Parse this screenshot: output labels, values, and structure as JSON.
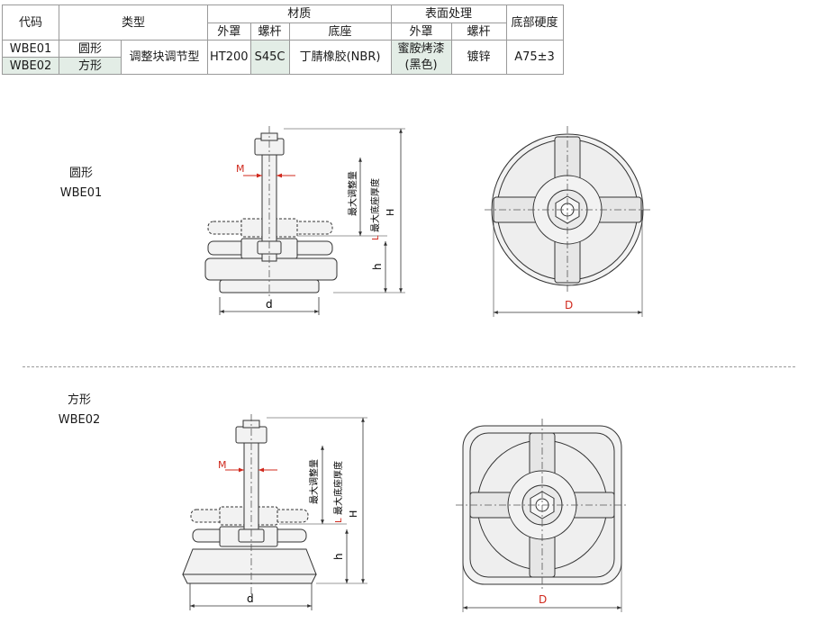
{
  "table": {
    "h_code": "代码",
    "h_type": "类型",
    "h_material": "材质",
    "h_surface": "表面处理",
    "h_hardness": "底部硬度",
    "sub_cover": "外罩",
    "sub_rod": "螺杆",
    "sub_base": "底座",
    "sub_cover2": "外罩",
    "sub_rod2": "螺杆",
    "code1": "WBE01",
    "code2": "WBE02",
    "shape1": "圆形",
    "shape2": "方形",
    "type_val": "调整块调节型",
    "cover_mat": "HT200",
    "rod_mat": "S45C",
    "base_mat": "丁腈橡胶(NBR)",
    "cover_surface_1": "蜜胺烤漆",
    "cover_surface_2": "(黑色)",
    "rod_surface": "镀锌",
    "hardness": "A75±3"
  },
  "drawings": {
    "round": {
      "shape": "圆形",
      "code": "WBE01"
    },
    "square": {
      "shape": "方形",
      "code": "WBE02"
    },
    "dim_M": "M",
    "dim_d": "d",
    "dim_D": "D",
    "dim_h": "h",
    "dim_H": "H",
    "dim_L": "L",
    "max_adjust": "最大调整量",
    "max_base_thickness": "最大底座厚度"
  },
  "colors": {
    "accent_red": "#d0281c",
    "line": "#333333",
    "fill": "#efefef"
  }
}
